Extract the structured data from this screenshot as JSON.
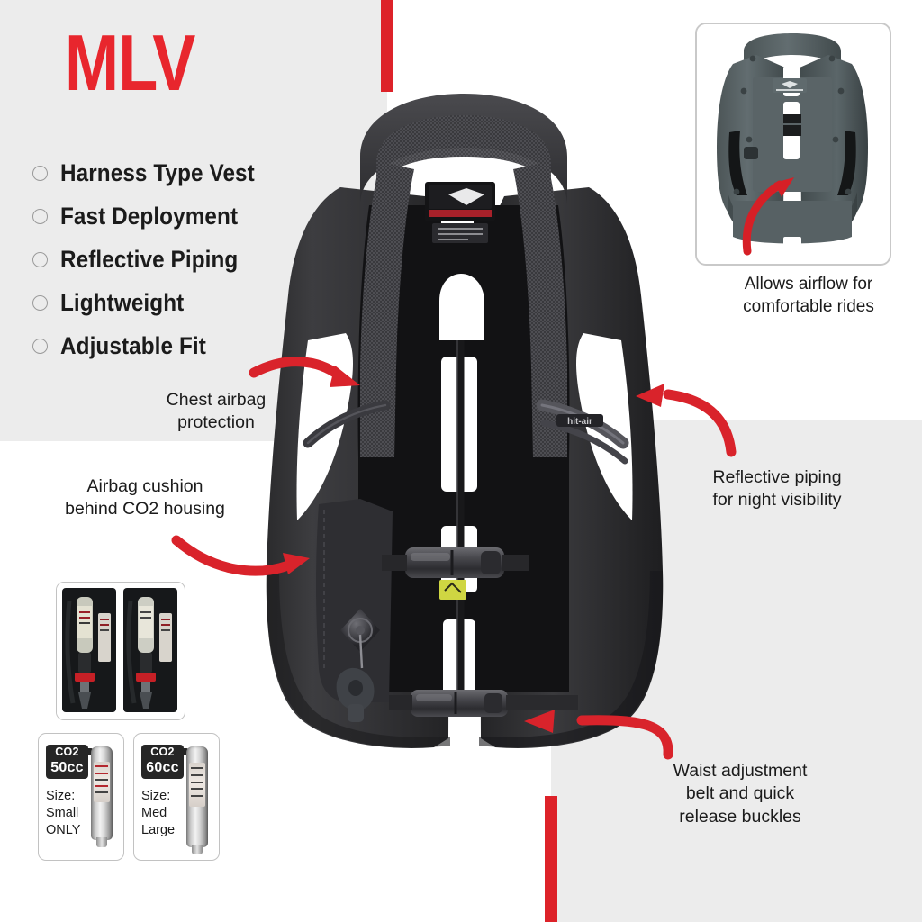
{
  "product": {
    "title": "MLV",
    "brand_label": "hit-air",
    "chest_logo": "hit-air"
  },
  "colors": {
    "accent_red": "#e8262d",
    "stripe_red": "#dd2229",
    "panel_gray": "#ececec",
    "text_dark": "#1b1b1b",
    "bullet_gray": "#9a9a9a",
    "card_border": "#c2c2c2"
  },
  "features": [
    {
      "label": "Harness Type Vest"
    },
    {
      "label": "Fast Deployment"
    },
    {
      "label": "Reflective Piping"
    },
    {
      "label": "Lightweight"
    },
    {
      "label": "Adjustable Fit"
    }
  ],
  "callouts": {
    "chest": "Chest airbag\nprotection",
    "cushion": "Airbag cushion\nbehind CO2 housing",
    "reflective": "Reflective piping\nfor night visibility",
    "waist": "Waist adjustment\nbelt and quick\nrelease buckles",
    "airflow": "Allows airflow for\ncomfortable rides"
  },
  "co2_cards": [
    {
      "gas": "CO2",
      "volume": "50cc",
      "size_text": "Size:\nSmall\nONLY"
    },
    {
      "gas": "CO2",
      "volume": "60cc",
      "size_text": "Size:\nMed\nLarge"
    }
  ]
}
